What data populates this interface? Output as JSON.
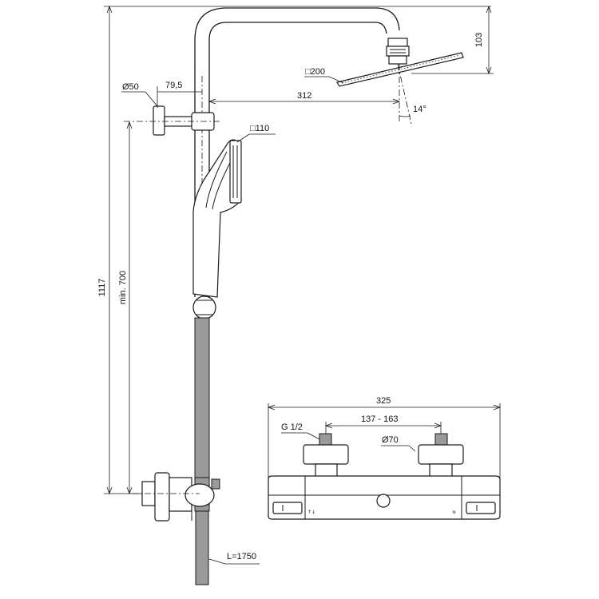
{
  "labels": {
    "head_size": "□200",
    "hand_size": "□110",
    "wall_diameter": "Ø50",
    "wall_offset": "79,5",
    "reach": "312",
    "tilt": "14°",
    "total_height": "1117",
    "min_height": "min. 700",
    "head_drop": "103",
    "hose_length": "L=1750",
    "mixer_width": "325",
    "connection_thread": "G 1/2",
    "centres": "137 - 163",
    "cover_diameter": "Ø70"
  },
  "colors": {
    "line": "#1a1a1a",
    "hose": "#9a9a9a",
    "background": "#ffffff"
  }
}
